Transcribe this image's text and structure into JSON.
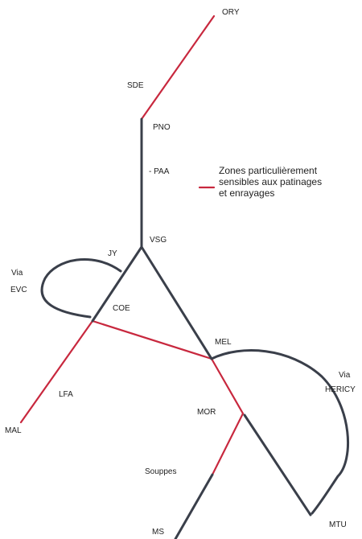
{
  "colors": {
    "sensitive_zone": "#c8283e",
    "track": "#3a3f4a",
    "text": "#222222",
    "background": "#ffffff"
  },
  "stations": {
    "ory": "ORY",
    "sde": "SDE",
    "pno": "PNO",
    "paa": "PAA",
    "vsg": "VSG",
    "jy": "JY",
    "coe": "COE",
    "mel": "MEL",
    "mor": "MOR",
    "lfa": "LFA",
    "mal": "MAL",
    "souppes": "Souppes",
    "ms": "MS",
    "mtu": "MTU"
  },
  "routes": {
    "via_evc": [
      "Via",
      "EVC"
    ],
    "via_hericy": [
      "Via",
      "HERICY"
    ]
  },
  "legend": {
    "lines": [
      "Zones particulièrement",
      "sensibles aux patinages",
      "et enrayages"
    ]
  }
}
